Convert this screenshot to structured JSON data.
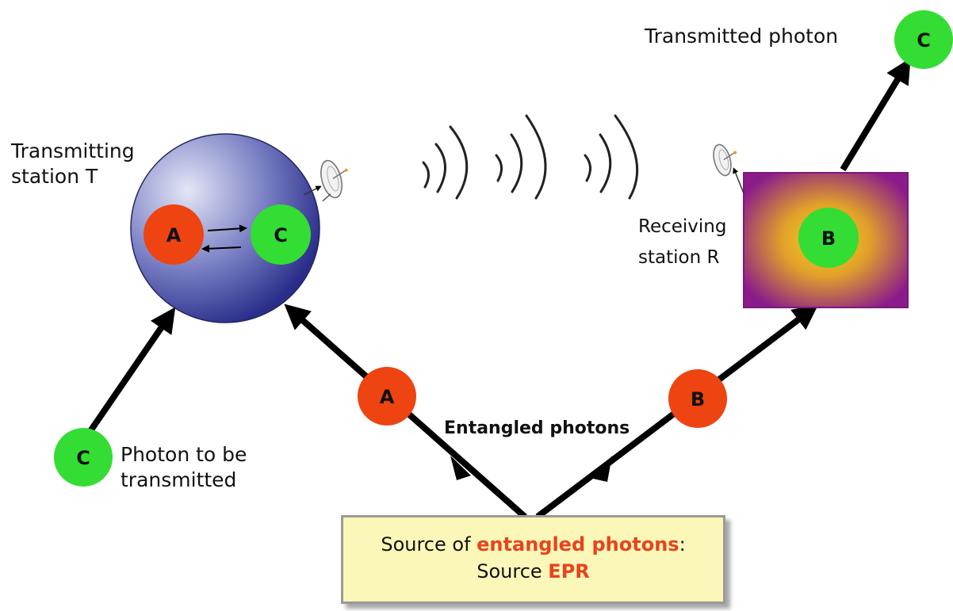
{
  "colors": {
    "photon_green": "#33dd33",
    "photon_red": "#ee4411",
    "station_t": "#3a3d8f",
    "station_r_outer": "#8a1b8a",
    "station_r_inner": "#f2c322",
    "source_box_fill": "#fbf7b8",
    "highlight": "#e8431d"
  },
  "labels": {
    "transmitted_photon": "Transmitted photon",
    "transmitting_station": "Transmitting\nstation T",
    "receiving_station": "Receiving\nstation R",
    "photon_to_transmit": "Photon to be\ntransmitted",
    "entangled_photons": "Entangled photons"
  },
  "source_box": {
    "line1_prefix": "Source of ",
    "line1_highlight": "entangled photons",
    "line1_suffix": ":",
    "line2_prefix": "Source ",
    "line2_highlight": "EPR"
  },
  "photons": {
    "a_in_station": "A",
    "c_in_station": "C",
    "b_in_station": "B",
    "c_transmitted": "C",
    "c_input": "C",
    "a_path": "A",
    "b_path": "B"
  },
  "icons": [
    "satellite-dish-icon",
    "signal-waves-icon"
  ]
}
